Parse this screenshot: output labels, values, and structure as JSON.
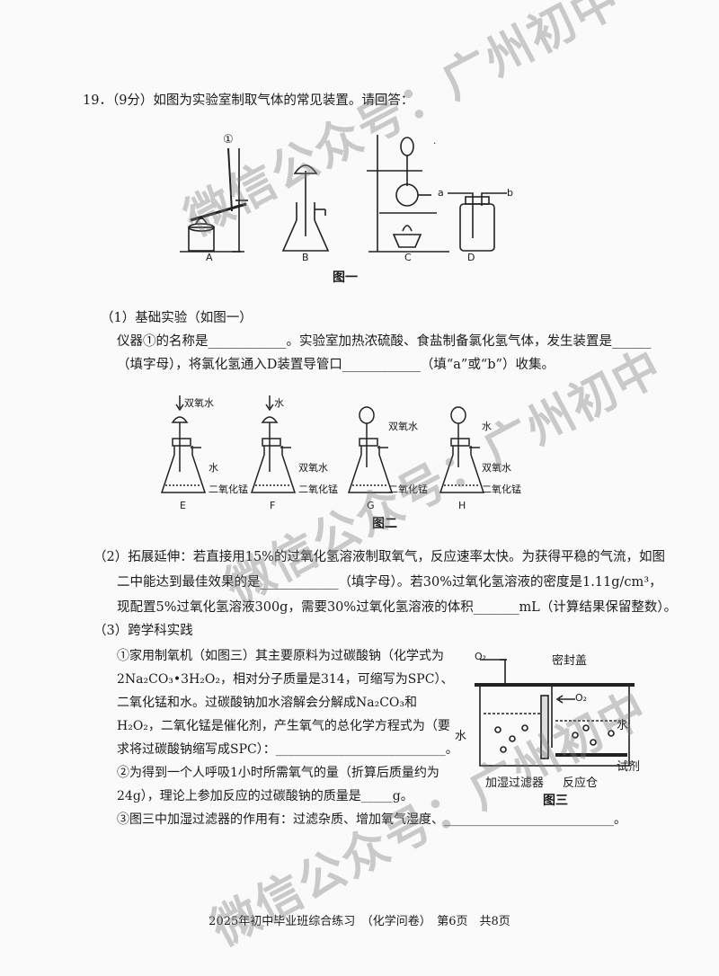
{
  "question": {
    "line1": "19．（9分）如图为实验室制取气体的常见装置。请回答：",
    "fig1_caption": "图一",
    "fig1_labels": [
      "A",
      "B",
      "C",
      "D"
    ],
    "circle1": "①",
    "port_a": "a",
    "port_b": "b"
  },
  "part1": {
    "title": "（1）基础实验（如图一）",
    "line2": "仪器①的名称是____________。实验室加热浓硫酸、食盐制备氯化氢气体，发生装置是______",
    "line3": "（填字母），将氯化氢通入D装置导管口____________（填“a”或“b”）收集。"
  },
  "fig2": {
    "caption": "图二",
    "labels": [
      "E",
      "F",
      "G",
      "H"
    ],
    "e_top": "双氧水",
    "f_top": "水",
    "e_water": "水",
    "e_mno2": "二氧化锰",
    "f_h2o2": "双氧水",
    "f_mno2": "二氧化锰",
    "g_h2o2": "双氧水",
    "g_mno2": "二氧化锰",
    "h_water": "水",
    "h_h2o2": "双氧水",
    "h_mno2": "二氧化锰"
  },
  "part2": {
    "line1": "（2）拓展延伸：若直接用15%的过氧化氢溶液制取氧气，反应速率太快。为获得平稳的气流，如图",
    "line2": "二中能达到最佳效果的是____________（填字母）。若30%过氧化氢溶液的密度是1.11g/cm³，",
    "line3": "现配置5%过氧化氢溶液300g，需要30%过氧化氢溶液的体积_______mL（计算结果保留整数）。"
  },
  "part3": {
    "title": "（3）跨学科实践",
    "l1": "①家用制氧机（如图三）其主要原料为过碳酸钠（化学式为",
    "l2": "2Na₂CO₃•3H₂O₂，相对分子质量是314，可缩写为SPC）、",
    "l3": "二氧化锰和水。过碳酸钠加水溶解会分解成Na₂CO₃和",
    "l4": "H₂O₂，二氧化锰是催化剂，产生氧气的总化学方程式为（要",
    "l5": "求将过碳酸钠缩写成SPC）：___________________________。",
    "l6": "②为得到一个人呼吸1小时所需氧气的量（折算后质量约为",
    "l7": "24g），理论上参加反应的过碳酸钠的质量是_____g。",
    "l8": "③图三中加湿过滤器的作用有：过滤杂质、增加氧气湿度、___________________________。"
  },
  "fig3": {
    "caption": "图三",
    "o2_out": "O₂",
    "o2_in": "O₂",
    "seal": "密封盖",
    "water_left": "水",
    "water_right": "水",
    "reagent": "试剂",
    "humidifier": "加湿过滤器",
    "reactor": "反应仓"
  },
  "footer": "2025年初中毕业班综合练习　（化学问卷）　第6页　共8页",
  "watermarks": [
    "微信公众号：广州初中",
    "微信公众号：广州初中",
    "微信公众号：广州初中"
  ]
}
